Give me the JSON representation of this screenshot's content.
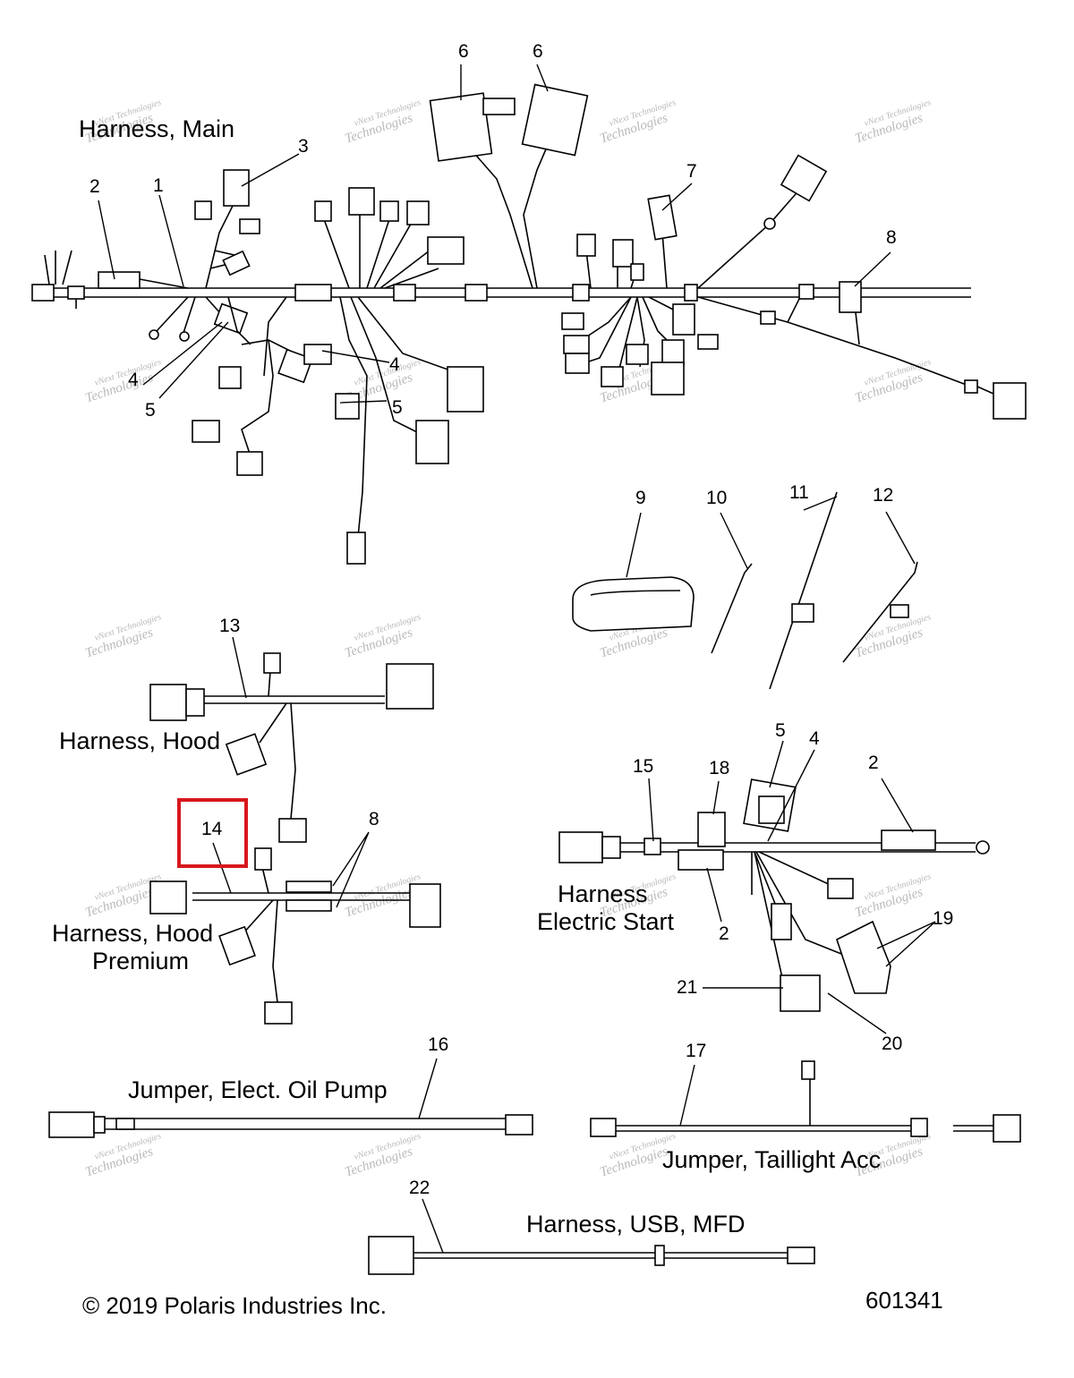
{
  "titles": {
    "harness_main": "Harness, Main",
    "harness_hood": "Harness, Hood",
    "harness_hood_premium_1": "Harness, Hood",
    "harness_hood_premium_2": "Premium",
    "harness_electric_start_1": "Harness",
    "harness_electric_start_2": "Electric Start",
    "jumper_oil_pump": "Jumper, Elect. Oil Pump",
    "jumper_taillight": "Jumper, Taillight Acc",
    "harness_usb": "Harness, USB, MFD"
  },
  "callouts": {
    "c1": "1",
    "c2a": "2",
    "c3": "3",
    "c4a": "4",
    "c4b": "4",
    "c5a": "5",
    "c5b": "5",
    "c6a": "6",
    "c6b": "6",
    "c7": "7",
    "c8a": "8",
    "c9": "9",
    "c10": "10",
    "c11": "11",
    "c12": "12",
    "c13": "13",
    "c14": "14",
    "c8b": "8",
    "c15": "15",
    "c18": "18",
    "c5c": "5",
    "c4c": "4",
    "c2b": "2",
    "c2c": "2",
    "c19": "19",
    "c20": "20",
    "c21": "21",
    "c16": "16",
    "c17": "17",
    "c22": "22"
  },
  "watermark": {
    "line1": "vNext Technologies",
    "line2": "Technologies"
  },
  "footer": {
    "copyright": "© 2019 Polaris Industries Inc.",
    "diagram_number": "601341"
  },
  "colors": {
    "highlight": "#d8181d",
    "line": "#000000",
    "watermark": "#b9b9b9"
  }
}
